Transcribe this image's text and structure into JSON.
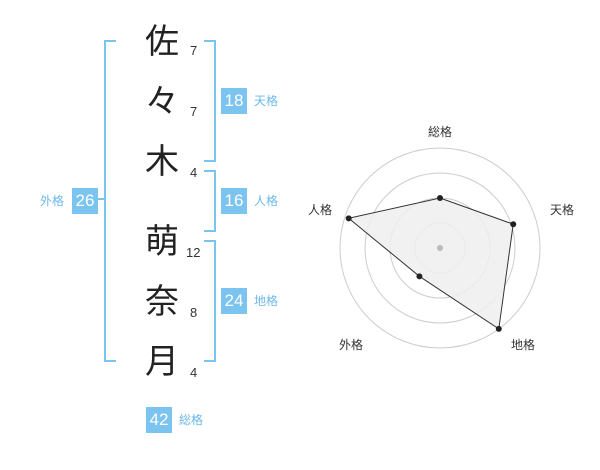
{
  "name_chars": [
    {
      "char": "佐",
      "strokes": "7"
    },
    {
      "char": "々",
      "strokes": "7"
    },
    {
      "char": "木",
      "strokes": "4"
    },
    {
      "char": "萌",
      "strokes": "12"
    },
    {
      "char": "奈",
      "strokes": "8"
    },
    {
      "char": "月",
      "strokes": "4"
    }
  ],
  "kakusu": {
    "tenkaku": {
      "label": "天格",
      "value": "18"
    },
    "jinkaku": {
      "label": "人格",
      "value": "16"
    },
    "chikaku": {
      "label": "地格",
      "value": "24"
    },
    "gaikaku": {
      "label": "外格",
      "value": "26"
    },
    "soukaku": {
      "label": "総格",
      "value": "42"
    }
  },
  "radar": {
    "labels": {
      "sou": "総格",
      "ten": "天格",
      "chi": "地格",
      "gai": "外格",
      "jin": "人格"
    },
    "values": {
      "sou": 0.5,
      "ten": 0.77,
      "chi": 1.0,
      "gai": 0.35,
      "jin": 0.96
    },
    "colors": {
      "ring": "#cccccc",
      "fill": "#eeeeee",
      "line": "#333333",
      "point": "#222222",
      "center": "#bbbbbb"
    }
  },
  "colors": {
    "accent": "#7cc4f0"
  }
}
